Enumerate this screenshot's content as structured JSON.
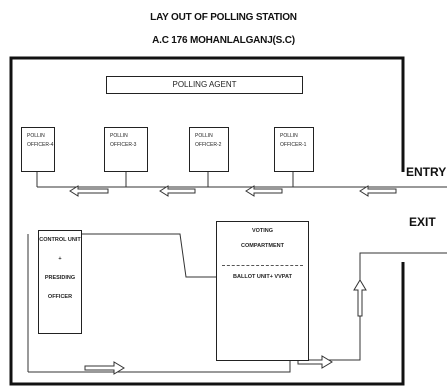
{
  "header": {
    "title": "LAY OUT OF POLLING STATION",
    "subtitle": "A.C 176 MOHANLALGANJ(S.C)"
  },
  "polling_agent": {
    "label": "POLLING AGENT"
  },
  "officers": [
    {
      "line1": "POLLIN",
      "line2": "OFFICER-4"
    },
    {
      "line1": "POLLIN",
      "line2": "OFFICER-3"
    },
    {
      "line1": "POLLIN",
      "line2": "OFFICER-2"
    },
    {
      "line1": "POLLIN",
      "line2": "OFFICER-1"
    }
  ],
  "control_unit": {
    "line1": "CONTROL UNIT",
    "line2": "+",
    "line3": "PRESIDING",
    "line4": "OFFICER"
  },
  "voting_compartment": {
    "line1": "VOTING",
    "line2": "COMPARTMENT",
    "line3": "BALLOT UNIT+ VVPAT"
  },
  "side_labels": {
    "entry": "ENTRY",
    "exit": "EXIT"
  }
}
